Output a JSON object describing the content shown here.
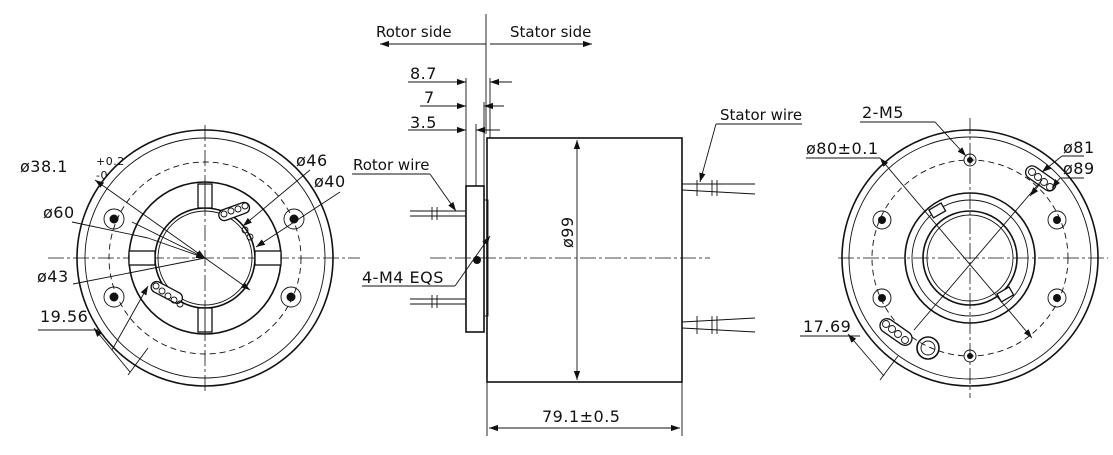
{
  "direction": {
    "rotor_side": "Rotor side",
    "stator_side": "Stator side"
  },
  "left_view": {
    "dia_38": "ø38.1",
    "tol_upper": "+0.2",
    "tol_lower": "-0",
    "dia_46": "ø46",
    "dia_40": "ø40",
    "dia_60": "ø60",
    "dia_43": "ø43",
    "dim_1956": "19.56"
  },
  "side_view": {
    "dim_87": "8.7",
    "dim_7": "7",
    "dim_35": "3.5",
    "rotor_wire": "Rotor wire",
    "stator_wire": "Stator wire",
    "holes_m4": "4-M4 EQS",
    "dia_99": "ø99",
    "length": "79.1±0.5"
  },
  "right_view": {
    "holes_m5": "2-M5",
    "dia_80": "ø80±0.1",
    "dia_81": "ø81",
    "dia_89": "ø89",
    "dim_1769": "17.69"
  }
}
